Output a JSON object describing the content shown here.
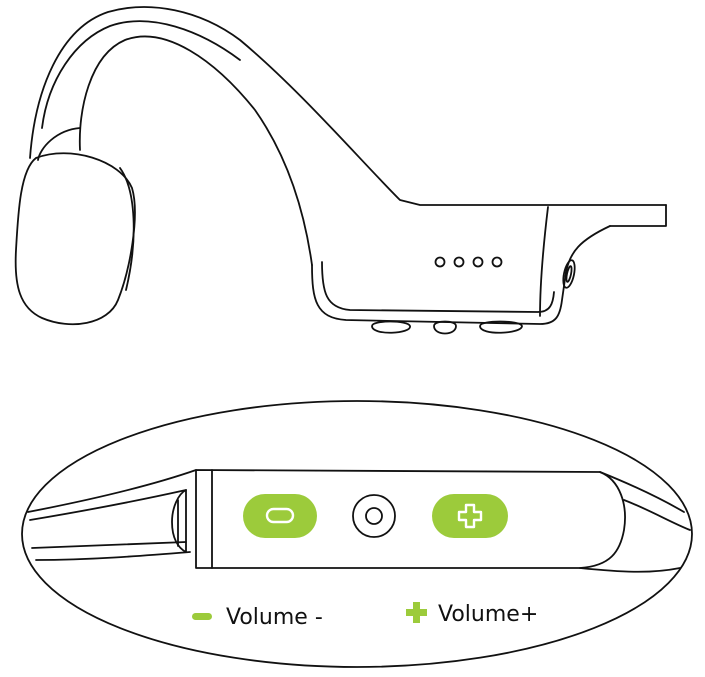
{
  "colors": {
    "accent": "#9ccb3b",
    "line": "#111111",
    "background": "#ffffff"
  },
  "headphone": {
    "indicator_dots": 4,
    "buttons": [
      "volume-down-button",
      "center-button",
      "volume-up-button"
    ]
  },
  "detail": {
    "volume_down_icon": "minus-icon",
    "center_icon": "ring-icon",
    "volume_up_icon": "plus-icon"
  },
  "legend": {
    "volume_down_label": "Volume -",
    "volume_up_label": "Volume+"
  }
}
